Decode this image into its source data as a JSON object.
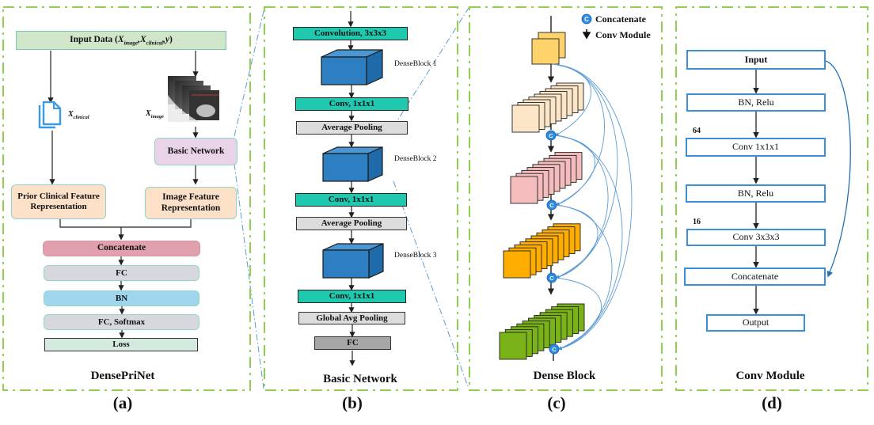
{
  "colors": {
    "frame": "#8fd14f",
    "connector": "#5b9bd5",
    "input_data": "#cfe6c8",
    "basic_network_node": "#e8d3e8",
    "feature_rep": "#fde0c8",
    "concatenate": "#e0a0ad",
    "fc_gray": "#d6d8de",
    "bn_blue": "#9fd6ee",
    "loss": "#d5eadf",
    "conv_teal": "#1ec9b0",
    "pool_gray": "#dcdcdc",
    "fc_dark": "#a6a6a6",
    "dense_cube": "#2e7fc1",
    "block_yellow": "#ffd36b",
    "block_beige": "#fde6c8",
    "block_pink": "#f4bcbc",
    "block_orange": "#ffae00",
    "block_green": "#7ab317",
    "module_border": "#3b8fd9"
  },
  "panel_a": {
    "input_data": {
      "prefix": "Input Data (",
      "x_image": "X",
      "x_image_sub": "image",
      "sep1": " , ",
      "x_clinical": "X",
      "x_clinical_sub": "clinical",
      "sep2": " , ",
      "y": "y",
      "suffix": ")"
    },
    "x_clinical_label": {
      "main": "X",
      "sub": "clinical"
    },
    "x_image_label": {
      "main": "X",
      "sub": "image"
    },
    "basic_network": "Basic Network",
    "prior_clinical": "Prior Clinical Feature Representation",
    "image_feature": "Image Feature Representation",
    "concatenate": "Concatenate",
    "fc": "FC",
    "bn": "BN",
    "fc_softmax": "FC, Softmax",
    "loss": "Loss",
    "caption": "DensePriNet",
    "label": "(a)",
    "icons": {
      "document": "document-stack-icon",
      "ct_scan": "ct-scan-stack-icon"
    }
  },
  "panel_b": {
    "layers": [
      "Convolution, 3x3x3",
      "Conv, 1x1x1",
      "Average Pooling",
      "Conv, 1x1x1",
      "Average Pooling",
      "Conv, 1x1x1",
      "Global Avg Pooling",
      "FC"
    ],
    "dense_blocks": [
      "DenseBlock 1",
      "DenseBlock 2",
      "DenseBlock 3"
    ],
    "caption": "Basic Network",
    "label": "(b)"
  },
  "panel_c": {
    "legend": {
      "concat_symbol": "C",
      "concat_label": "Concatenate",
      "conv_label": "Conv Module"
    },
    "stages": [
      "input",
      "stage-1",
      "stage-2",
      "stage-3",
      "stage-4"
    ],
    "concat_symbol": "C",
    "caption": "Dense Block",
    "label": "(c)"
  },
  "panel_d": {
    "nodes": [
      "Input",
      "BN, Relu",
      "Conv 1x1x1",
      "BN, Relu",
      "Conv 3x3x3",
      "Concatenate",
      "Output"
    ],
    "channel_labels": {
      "conv1": "64",
      "conv3": "16"
    },
    "caption": "Conv Module",
    "label": "(d)"
  }
}
